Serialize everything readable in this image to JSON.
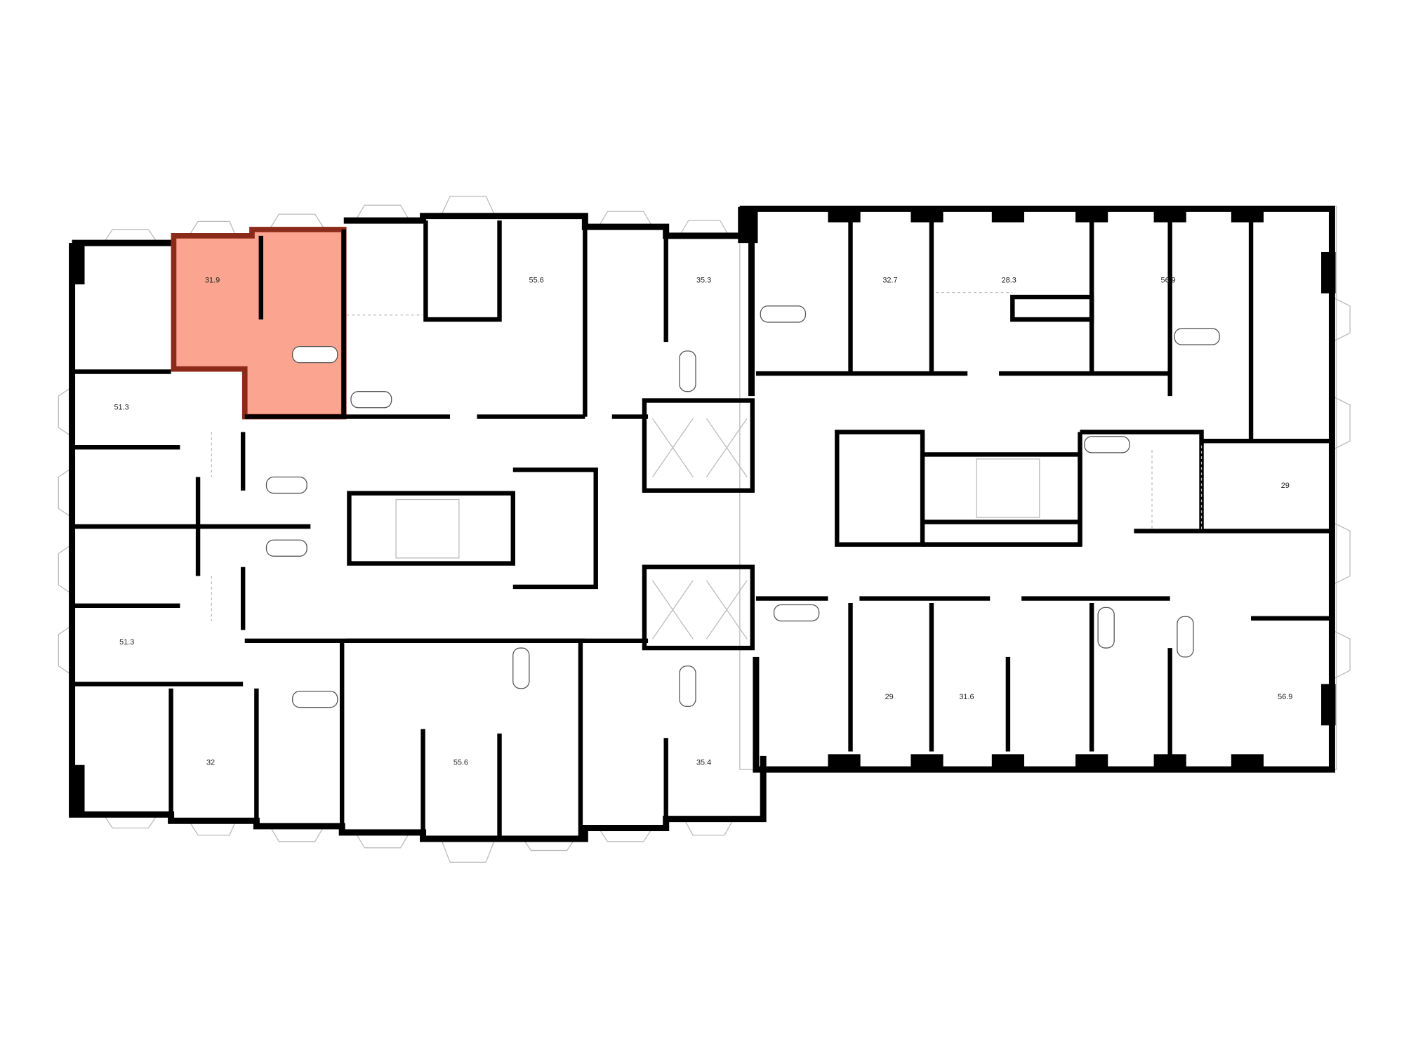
{
  "plan": {
    "highlight_fill": "#FBA490",
    "highlight_stroke": "#8B2A18",
    "wall_color": "#000000"
  },
  "apartments": [
    {
      "id": "a1",
      "area": "31.9",
      "selected": true
    },
    {
      "id": "a2",
      "area": "55.6",
      "selected": false
    },
    {
      "id": "a3",
      "area": "35.3",
      "selected": false
    },
    {
      "id": "a4",
      "area": "32.7",
      "selected": false
    },
    {
      "id": "a5",
      "area": "28.3",
      "selected": false
    },
    {
      "id": "a6",
      "area": "56.9",
      "selected": false
    },
    {
      "id": "a7",
      "area": "51.3",
      "selected": false
    },
    {
      "id": "a8",
      "area": "29",
      "selected": false
    },
    {
      "id": "a9",
      "area": "51.3",
      "selected": false
    },
    {
      "id": "a10",
      "area": "32",
      "selected": false
    },
    {
      "id": "a11",
      "area": "55.6",
      "selected": false
    },
    {
      "id": "a12",
      "area": "35.4",
      "selected": false
    },
    {
      "id": "a13",
      "area": "29",
      "selected": false
    },
    {
      "id": "a14",
      "area": "31.6",
      "selected": false
    },
    {
      "id": "a15",
      "area": "56.9",
      "selected": false
    }
  ]
}
